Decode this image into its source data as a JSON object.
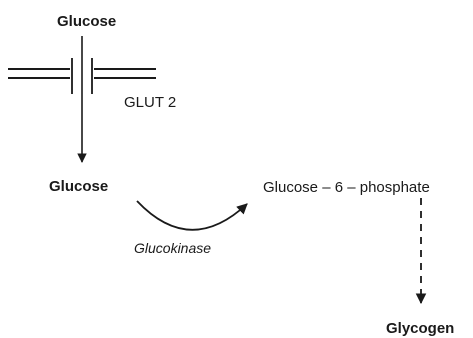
{
  "labels": {
    "glucose_outside": "Glucose",
    "transporter": "GLUT 2",
    "glucose_inside": "Glucose",
    "product": "Glucose – 6 – phosphate",
    "enzyme": "Glucokinase",
    "storage": "Glycogen"
  },
  "colors": {
    "ink": "#1a1a1a",
    "background": "#ffffff"
  }
}
